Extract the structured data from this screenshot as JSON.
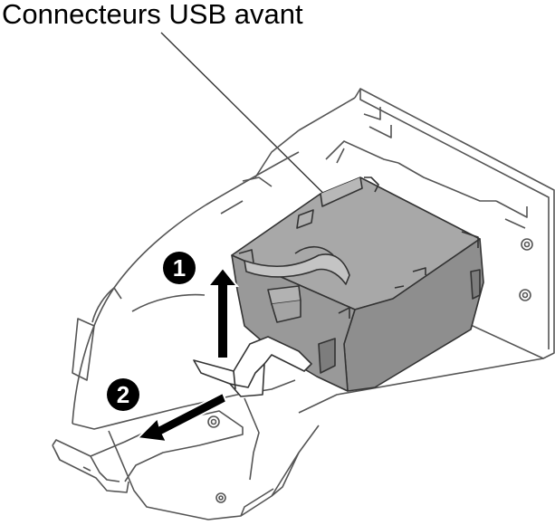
{
  "diagram": {
    "callout_label": "Connecteurs USB avant",
    "steps": [
      {
        "number": "1",
        "action": "lift-up-arrow"
      },
      {
        "number": "2",
        "action": "pull-out-arrow"
      }
    ],
    "colors": {
      "line": "#555555",
      "module_fill": "#9e9e9e",
      "module_side": "#8a8a8a",
      "arrow": "#000000",
      "badge": "#000000",
      "badge_text": "#ffffff"
    }
  }
}
